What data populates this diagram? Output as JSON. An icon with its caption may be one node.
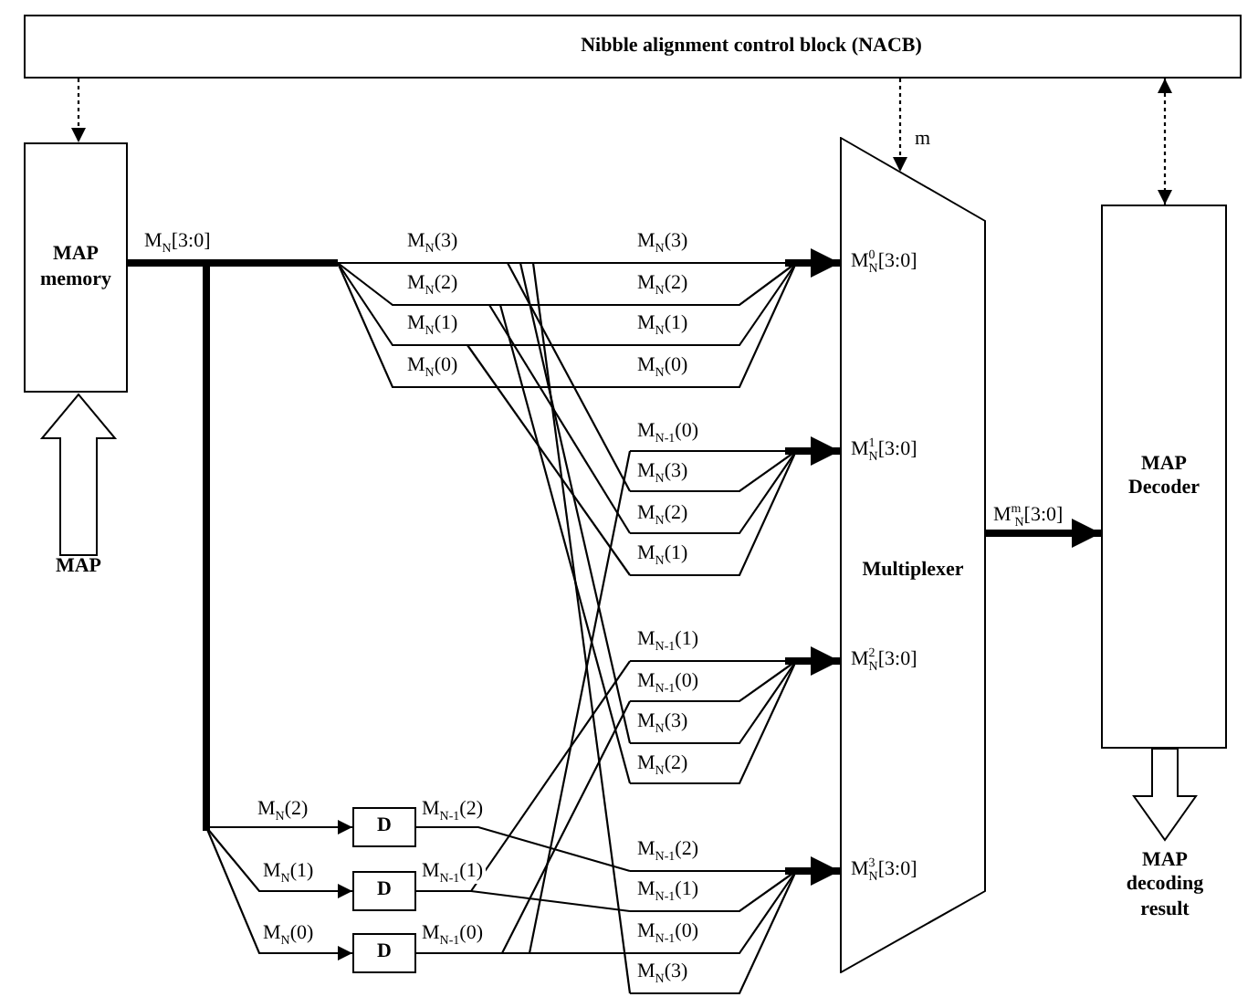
{
  "diagram": {
    "nodes": [
      {
        "text": [
          "Nibble alignment control block (NACB)"
        ]
      },
      {
        "text": [
          "MAP memory"
        ]
      },
      {
        "text": [
          "MAP"
        ]
      },
      {
        "text": [
          "Multiplexer"
        ]
      },
      {
        "text": [
          "MAP Decoder"
        ]
      },
      {
        "text": [
          "MAP decoding result"
        ]
      },
      {
        "text": [
          "D"
        ]
      },
      {
        "text": [
          "D"
        ]
      },
      {
        "text": [
          "D"
        ]
      }
    ],
    "edges": [
      {
        "from": 0,
        "to": 1,
        "arrow": "to",
        "style": "dashed"
      },
      {
        "from": 0,
        "to": 3,
        "arrow": "to",
        "style": "dashed",
        "label": "m"
      },
      {
        "from": 0,
        "to": 4,
        "arrow": "both",
        "style": "dashed"
      },
      {
        "from": 2,
        "to": 1,
        "arrow": "to"
      },
      {
        "from": 4,
        "to": 5,
        "arrow": "to"
      },
      {
        "from": 3,
        "to": 4,
        "arrow": "to",
        "style": "thick",
        "label": "M$^{m}$$_{N}$[3:0]"
      },
      {
        "from": 1,
        "to": 6,
        "arrow": "to",
        "label": "M$_{N}$(2)"
      },
      {
        "from": 1,
        "to": 7,
        "arrow": "to",
        "label": "M$_{N}$(1)"
      },
      {
        "from": 1,
        "to": 8,
        "arrow": "to",
        "label": "M$_{N}$(0)"
      },
      {
        "from": null,
        "to": 3,
        "arrow": "to",
        "style": "thick"
      },
      {
        "from": null,
        "to": 3,
        "arrow": "to",
        "style": "thick"
      },
      {
        "from": null,
        "to": 3,
        "arrow": "to",
        "style": "thick"
      },
      {
        "from": null,
        "to": 3,
        "arrow": "to",
        "style": "thick"
      }
    ],
    "labels": [
      "M$_{N}$[3:0]",
      "M$_{N}$(3)",
      "M$_{N}$(3)",
      "M$_{N}$(2)",
      "M$_{N}$(2)",
      "M$_{N}$(1)",
      "M$_{N}$(1)",
      "M$_{N}$(0)",
      "M$_{N}$(0)",
      "M$^{0}$$_{N}$[3:0]",
      "M$_{N-1}$(0)",
      "M$_{N}$(3)",
      "M$_{N}$(2)",
      "M$_{N}$(1)",
      "M$^{1}$$_{N}$[3:0]",
      "M$_{N-1}$(1)",
      "M$_{N-1}$(0)",
      "M$_{N}$(3)",
      "M$_{N}$(2)",
      "M$^{2}$$_{N}$[3:0]",
      "M$_{N-1}$(2)",
      "M$_{N-1}$(2)",
      "M$_{N-1}$(1)",
      "M$_{N-1}$(1)",
      "M$_{N-1}$(0)",
      "M$_{N-1}$(0)",
      "M$_{N}$(3)",
      "M$^{3}$$_{N}$[3:0]"
    ]
  }
}
